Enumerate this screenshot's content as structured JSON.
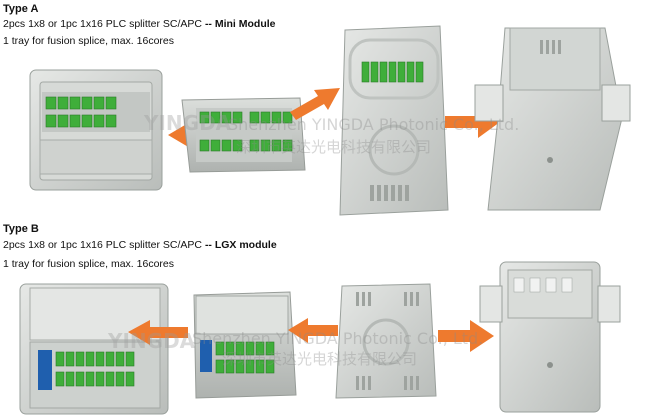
{
  "type_a": {
    "title": "Type A",
    "line1_prefix": "2pcs 1x8 or 1pc 1x16 PLC splitter SC/APC ",
    "line1_bold": "-- Mini Module",
    "line2": "1 tray for fusion splice, max. 16cores"
  },
  "type_b": {
    "title": "Type B",
    "line1_prefix": "2pcs 1x8 or 1pc 1x16 PLC splitter SC/APC ",
    "line1_bold": "-- LGX module",
    "line2": "1 tray for fusion splice, max. 16cores"
  },
  "watermark": {
    "brand": "YINGDA",
    "company_en": "Shenzhen YINGDA Photonic Co., Ltd.",
    "company_cn": "深圳市英达光电科技有限公司"
  },
  "colors": {
    "adapter_green": "#3fae3a",
    "enclosure_grey": "#cfd3d0",
    "arrow_orange": "#ee7a2e"
  }
}
